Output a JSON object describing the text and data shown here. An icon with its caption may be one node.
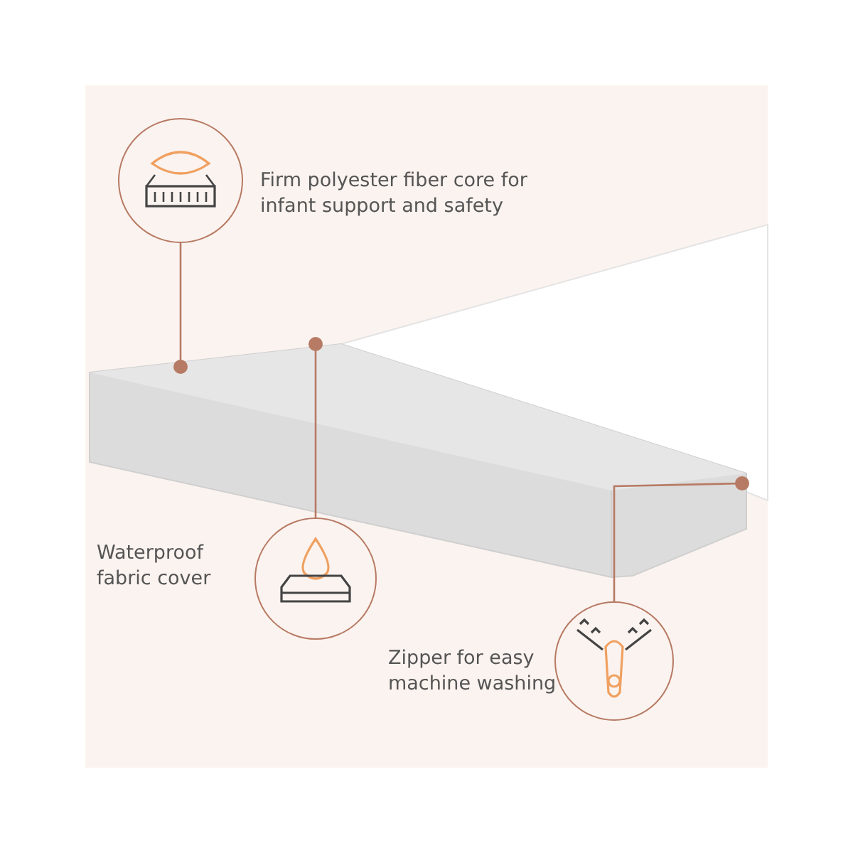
{
  "diagram": {
    "nodes": [
      {
        "text": [],
        "shape": "circle",
        "beside": [
          "Firm polyester fiber core for infant support and safety"
        ]
      },
      {
        "text": [],
        "shape": "circle",
        "beside": [
          "Waterproof fabric cover"
        ]
      },
      {
        "text": [],
        "shape": "circle",
        "beside": [
          "Zipper for easy machine washing"
        ]
      }
    ],
    "edges": [
      {
        "from": 0,
        "to": null,
        "arrow": "other"
      },
      {
        "from": 1,
        "to": null,
        "arrow": "other"
      },
      {
        "from": 2,
        "to": null,
        "arrow": "other"
      }
    ]
  }
}
